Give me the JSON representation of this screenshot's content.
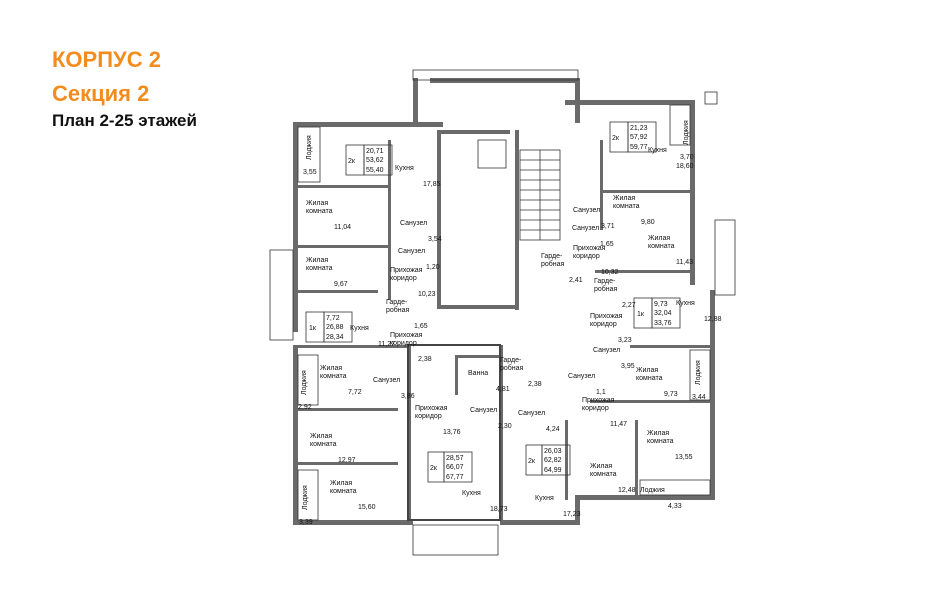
{
  "header": {
    "building": "КОРПУС 2",
    "section": "Секция 2",
    "plan": "План 2-25 этажей"
  },
  "apartments": [
    {
      "id": "a1",
      "type": "2к",
      "living": "20,71",
      "area1": "53,62",
      "area2": "55,40"
    },
    {
      "id": "a2",
      "type": "2к",
      "living": "21,23",
      "area1": "57,92",
      "area2": "59,77"
    },
    {
      "id": "a3",
      "type": "1к",
      "living": "7,72",
      "area1": "26,88",
      "area2": "28,34"
    },
    {
      "id": "a4",
      "type": "1к",
      "living": "9,73",
      "area1": "32,04",
      "area2": "33,76"
    },
    {
      "id": "a5",
      "type": "2к",
      "living": "28,57",
      "area1": "66,07",
      "area2": "67,77"
    },
    {
      "id": "a6",
      "type": "2к",
      "living": "26,03",
      "area1": "62,82",
      "area2": "64,99"
    }
  ],
  "rooms": [
    {
      "name": "Лоджия",
      "area": "3,55"
    },
    {
      "name": "Кухня",
      "area": "17,85"
    },
    {
      "name": "Жилая комната",
      "area": "11,04"
    },
    {
      "name": "Санузел",
      "area": "3,54"
    },
    {
      "name": "Санузел",
      "area": "1,20"
    },
    {
      "name": "Жилая комната",
      "area": "9,67"
    },
    {
      "name": "Прихожая коридор",
      "area": "10,23"
    },
    {
      "name": "Гарде- робная",
      "area": "1,65"
    },
    {
      "name": "Кухня",
      "area": "11,27"
    },
    {
      "name": "Прихожая коридор",
      "area": "2,38"
    },
    {
      "name": "Жилая комната",
      "area": "7,72"
    },
    {
      "name": "Санузел",
      "area": "3,86"
    },
    {
      "name": "Лоджия",
      "area": "2,92"
    },
    {
      "name": "Жилая комната",
      "area": "12,97"
    },
    {
      "name": "Жилая комната",
      "area": "15,60"
    },
    {
      "name": "Лоджия",
      "area": "3,39"
    },
    {
      "name": "Прихожая коридор",
      "area": "13,76"
    },
    {
      "name": "Ванна",
      "area": "4,81"
    },
    {
      "name": "Санузел",
      "area": "2,30"
    },
    {
      "name": "Кухня",
      "area": "18,73"
    },
    {
      "name": "Гарде- робная",
      "area": "2,38"
    },
    {
      "name": "Санузел",
      "area": "4,24"
    },
    {
      "name": "Прихожая коридор",
      "area": "11,47"
    },
    {
      "name": "Кухня",
      "area": "17,23"
    },
    {
      "name": "Жилая комната",
      "area": "12,48"
    },
    {
      "name": "Лоджия",
      "area": "3,70"
    },
    {
      "name": "Кухня",
      "area": "18,60"
    },
    {
      "name": "Жилая комната",
      "area": "9,80"
    },
    {
      "name": "Санузел",
      "area": "3,71"
    },
    {
      "name": "Санузел",
      "area": "1,65"
    },
    {
      "name": "Жилая комната",
      "area": "11,43"
    },
    {
      "name": "Прихожая коридор",
      "area": "10,32"
    },
    {
      "name": "Гарде- робная",
      "area": "2,41"
    },
    {
      "name": "Гарде- робная",
      "area": "2,27"
    },
    {
      "name": "Кухня",
      "area": "12,88"
    },
    {
      "name": "Прихожая коридор",
      "area": "3,23"
    },
    {
      "name": "Санузел",
      "area": "3,95"
    },
    {
      "name": "Санузел",
      "area": "1,1"
    },
    {
      "name": "Жилая комната",
      "area": "9,73"
    },
    {
      "name": "Лоджия",
      "area": "3,44"
    },
    {
      "name": "Жилая комната",
      "area": "13,55"
    },
    {
      "name": "Лоджия",
      "area": "4,33"
    }
  ],
  "colors": {
    "accent": "#f28c1e",
    "wall": "#6a6a6a",
    "text": "#111111"
  }
}
